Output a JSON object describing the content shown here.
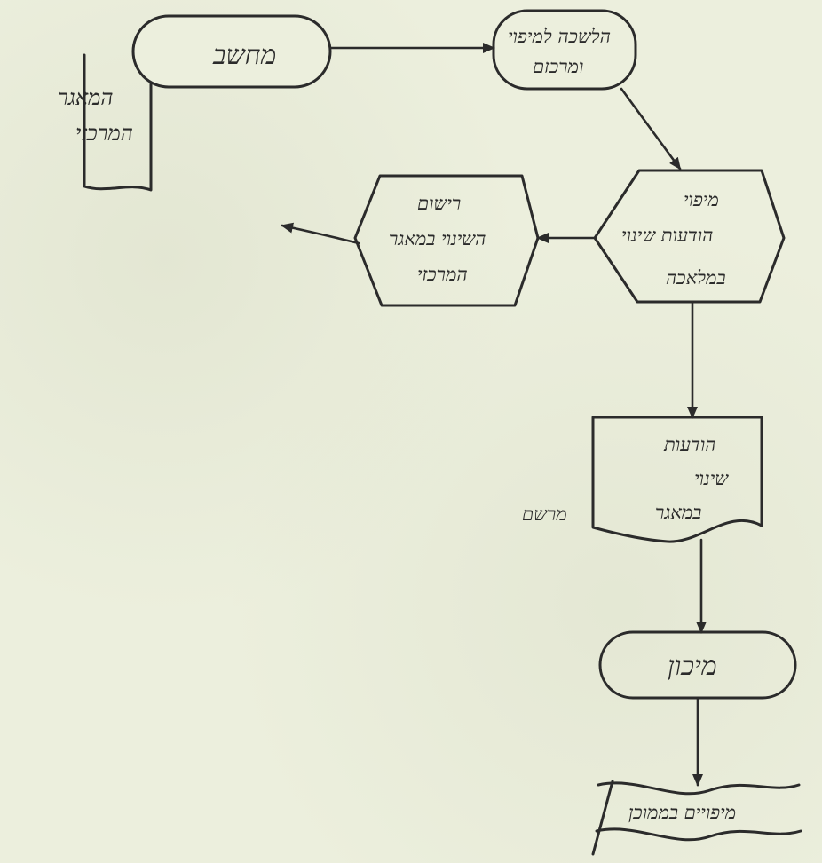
{
  "nodes": {
    "start": "מחשב",
    "top_right": [
      "הלשכה למיפוי",
      "ומרכזם"
    ],
    "document_left": [
      "המאגר",
      "המרכזי"
    ],
    "decision": [
      "מיפוי",
      "הודעות שינוי",
      "במלאכה"
    ],
    "action": [
      "רישום",
      "השינוי במאגר",
      "המרכזי"
    ],
    "report": [
      "הודעות",
      "שינוי",
      "במאגר"
    ],
    "report_note": "מרשם",
    "terminal": "מיכון",
    "storage": "מיפויים בממוכן"
  }
}
